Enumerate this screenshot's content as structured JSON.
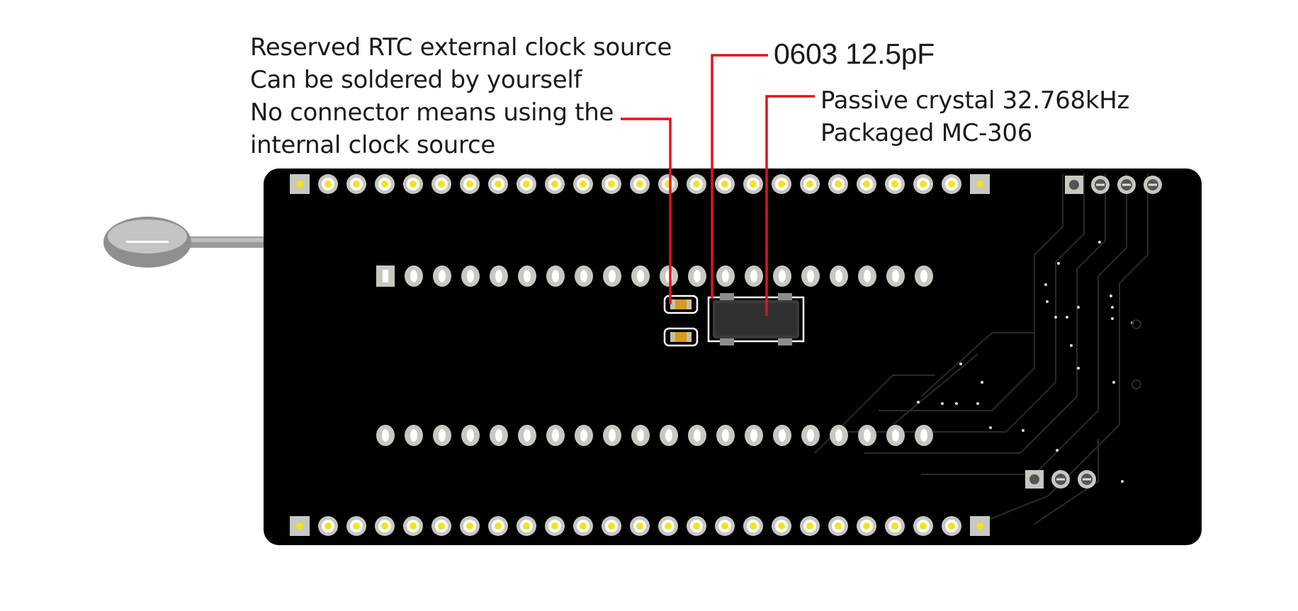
{
  "callouts": {
    "rtc": {
      "lines": [
        "Reserved RTC external clock source",
        "Can be soldered by yourself",
        "No connector means using the",
        "internal clock source"
      ]
    },
    "capacitor": {
      "text": "0603 12.5pF"
    },
    "crystal": {
      "lines": [
        "Passive crystal 32.768kHz",
        "Packaged MC-306"
      ]
    }
  },
  "colors": {
    "board": "#000000",
    "leader_line": "#e0141c",
    "header_pad": "#f2e321",
    "pad_ring": "#c8c8c0",
    "trace": "#2a2a2a"
  },
  "icons": {
    "antenna": "antenna-icon",
    "crystal": "crystal-icon",
    "capacitor": "capacitor-icon"
  }
}
